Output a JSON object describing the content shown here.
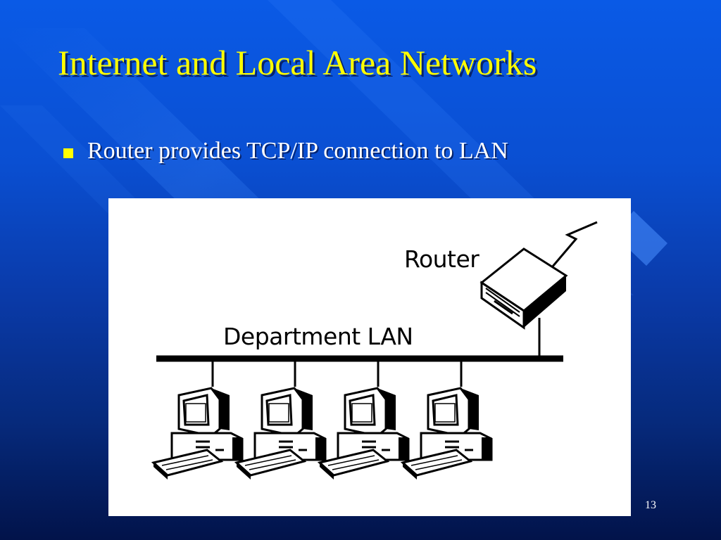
{
  "slide": {
    "title": "Internet and Local Area Networks",
    "bullets": [
      {
        "text": "Router provides TCP/IP connection to LAN"
      }
    ],
    "page_number": "13"
  },
  "diagram": {
    "labels": {
      "router": "Router",
      "lan": "Department LAN"
    },
    "computer_count": 4,
    "components": [
      "router-icon",
      "lightning-link-icon",
      "lan-bus-line",
      "computer-icon"
    ]
  },
  "colors": {
    "title": "#ffff00",
    "body_text": "#ffffff",
    "bullet": "#ffff00",
    "background_top": "#0a5ae6",
    "background_bottom": "#02134a",
    "diagram_background": "#ffffff"
  }
}
